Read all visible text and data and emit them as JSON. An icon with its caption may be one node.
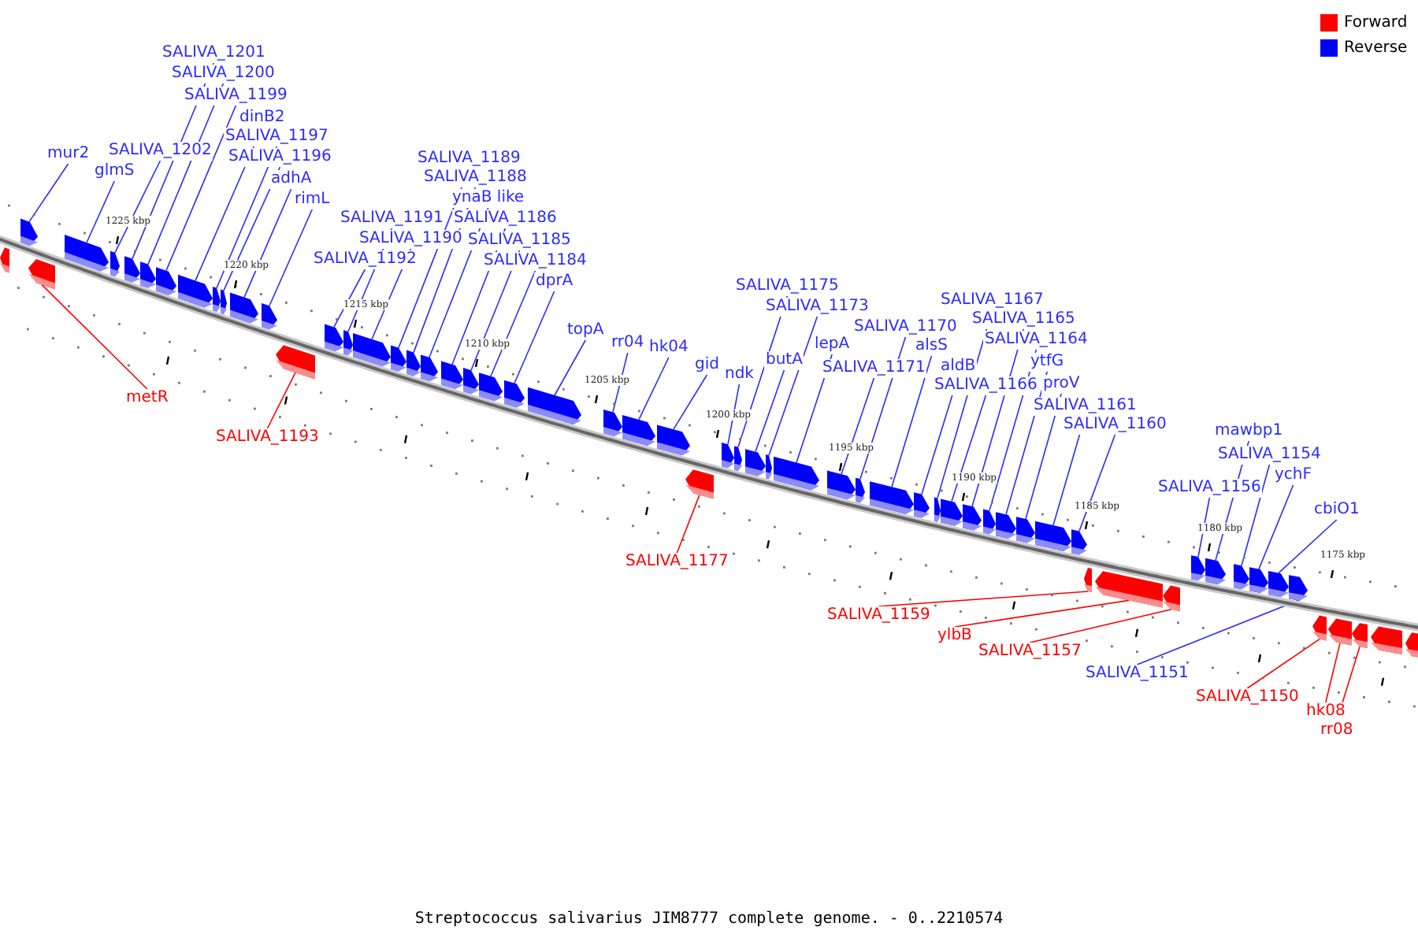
{
  "diagram": {
    "caption": "Streptococcus salivarius JIM8777 complete genome. - 0..2210574",
    "nodes": [
      {
        "text": [
          "SALIVA_1201"
        ]
      },
      {
        "text": [
          "SALIVA_1200"
        ]
      },
      {
        "text": [
          "SALIVA_1199"
        ]
      },
      {
        "text": [
          "dinB2"
        ]
      },
      {
        "text": [
          "SALIVA_1197"
        ]
      },
      {
        "text": [
          "SALIVA_1196"
        ]
      },
      {
        "text": [
          "mur2"
        ]
      },
      {
        "text": [
          "SALIVA_1202"
        ]
      },
      {
        "text": [
          "glmS"
        ]
      },
      {
        "text": [
          "adhA"
        ]
      },
      {
        "text": [
          "rimL"
        ]
      },
      {
        "text": [
          "SALIVA_1189"
        ]
      },
      {
        "text": [
          "SALIVA_1188"
        ]
      },
      {
        "text": [
          "ynaB like"
        ]
      },
      {
        "text": [
          "SALIVA_1191"
        ]
      },
      {
        "text": [
          "SALIVA_1186"
        ]
      },
      {
        "text": [
          "SALIVA_1190"
        ]
      },
      {
        "text": [
          "SALIVA_1185"
        ]
      },
      {
        "text": [
          "SALIVA_1192"
        ]
      },
      {
        "text": [
          "SALIVA_1184"
        ]
      },
      {
        "text": [
          "dprA"
        ]
      },
      {
        "text": [
          "topA"
        ]
      },
      {
        "text": [
          "rr04"
        ]
      },
      {
        "text": [
          "hk04"
        ]
      },
      {
        "text": [
          "gid"
        ]
      },
      {
        "text": [
          "ndk"
        ]
      },
      {
        "text": [
          "SALIVA_1175"
        ]
      },
      {
        "text": [
          "SALIVA_1173"
        ]
      },
      {
        "text": [
          "butA"
        ]
      },
      {
        "text": [
          "lepA"
        ]
      },
      {
        "text": [
          "SALIVA_1171"
        ]
      },
      {
        "text": [
          "SALIVA_1170"
        ]
      },
      {
        "text": [
          "alsS"
        ]
      },
      {
        "text": [
          "aldB"
        ]
      },
      {
        "text": [
          "SALIVA_1166"
        ]
      },
      {
        "text": [
          "SALIVA_1167"
        ]
      },
      {
        "text": [
          "SALIVA_1165"
        ]
      },
      {
        "text": [
          "SALIVA_1164"
        ]
      },
      {
        "text": [
          "ytfG"
        ]
      },
      {
        "text": [
          "proV"
        ]
      },
      {
        "text": [
          "SALIVA_1161"
        ]
      },
      {
        "text": [
          "SALIVA_1160"
        ]
      },
      {
        "text": [
          "mawbp1"
        ]
      },
      {
        "text": [
          "SALIVA_1154"
        ]
      },
      {
        "text": [
          "ychF"
        ]
      },
      {
        "text": [
          "SALIVA_1156"
        ]
      },
      {
        "text": [
          "cbiO1"
        ]
      },
      {
        "text": [
          "metR"
        ]
      },
      {
        "text": [
          "SALIVA_1193"
        ]
      },
      {
        "text": [
          "SALIVA_1177"
        ]
      },
      {
        "text": [
          "SALIVA_1159"
        ]
      },
      {
        "text": [
          "ylbB"
        ]
      },
      {
        "text": [
          "SALIVA_1157"
        ]
      },
      {
        "text": [
          "SALIVA_1151"
        ]
      },
      {
        "text": [
          "SALIVA_1150"
        ]
      },
      {
        "text": [
          "hk08"
        ]
      },
      {
        "text": [
          "rr08"
        ]
      },
      {
        "text": [],
        "shape": "bar"
      },
      {
        "text": [],
        "shape": "bar"
      },
      {
        "text": [],
        "shape": "bar"
      },
      {
        "text": [],
        "shape": "bar"
      },
      {
        "text": [],
        "shape": "bar"
      },
      {
        "text": [],
        "shape": "bar"
      },
      {
        "text": [],
        "shape": "bar"
      },
      {
        "text": [],
        "shape": "bar"
      },
      {
        "text": [],
        "shape": "bar"
      },
      {
        "text": [],
        "shape": "bar"
      },
      {
        "text": [],
        "shape": "bar"
      },
      {
        "text": [],
        "shape": "bar"
      },
      {
        "text": [],
        "shape": "bar"
      },
      {
        "text": [],
        "shape": "bar"
      },
      {
        "text": [],
        "shape": "bar"
      },
      {
        "text": [],
        "shape": "bar"
      },
      {
        "text": [],
        "shape": "bar"
      },
      {
        "text": [],
        "shape": "bar"
      },
      {
        "text": [],
        "shape": "bar"
      },
      {
        "text": [],
        "shape": "bar"
      },
      {
        "text": [],
        "shape": "bar"
      },
      {
        "text": [],
        "shape": "bar"
      },
      {
        "text": [],
        "shape": "bar"
      },
      {
        "text": [],
        "shape": "bar"
      },
      {
        "text": [],
        "shape": "bar"
      },
      {
        "text": [],
        "shape": "bar"
      },
      {
        "text": [],
        "shape": "bar"
      },
      {
        "text": [],
        "shape": "bar"
      },
      {
        "text": [],
        "shape": "bar"
      },
      {
        "text": [],
        "shape": "bar"
      },
      {
        "text": [],
        "shape": "bar"
      },
      {
        "text": [],
        "shape": "bar"
      },
      {
        "text": [],
        "shape": "bar"
      },
      {
        "text": [],
        "shape": "bar"
      },
      {
        "text": [],
        "shape": "bar"
      },
      {
        "text": [],
        "shape": "bar"
      },
      {
        "text": [],
        "shape": "bar"
      },
      {
        "text": [],
        "shape": "bar"
      },
      {
        "text": [],
        "shape": "bar"
      },
      {
        "text": [],
        "shape": "bar"
      },
      {
        "text": [],
        "shape": "bar"
      },
      {
        "text": [],
        "shape": "bar"
      },
      {
        "text": [],
        "shape": "bar"
      },
      {
        "text": [],
        "shape": "bar"
      },
      {
        "text": [],
        "shape": "bar"
      },
      {
        "text": [],
        "shape": "bar"
      },
      {
        "text": [],
        "shape": "bar"
      },
      {
        "text": [],
        "shape": "bar"
      },
      {
        "text": [],
        "shape": "bar"
      },
      {
        "text": [],
        "shape": "bar"
      },
      {
        "text": [],
        "shape": "bar"
      },
      {
        "text": [],
        "shape": "bar"
      },
      {
        "text": [],
        "shape": "bar"
      },
      {
        "text": [],
        "shape": "bar"
      },
      {
        "text": [],
        "shape": "bar"
      },
      {
        "text": [],
        "shape": "bar"
      },
      {
        "text": [],
        "shape": "bar"
      },
      {
        "text": [],
        "shape": "bar"
      },
      {
        "text": [],
        "shape": "bar"
      },
      {
        "text": [],
        "shape": "bar"
      }
    ],
    "edges": [
      {
        "from": 0,
        "to": 62,
        "arrow": "none"
      },
      {
        "from": 1,
        "to": 63,
        "arrow": "none"
      },
      {
        "from": 2,
        "to": 64,
        "arrow": "none"
      },
      {
        "from": 3,
        "to": 65,
        "arrow": "none"
      },
      {
        "from": 4,
        "to": 66,
        "arrow": "none"
      },
      {
        "from": 5,
        "to": 67,
        "arrow": "none"
      },
      {
        "from": 6,
        "to": 58,
        "arrow": "none"
      },
      {
        "from": 7,
        "to": 61,
        "arrow": "none"
      },
      {
        "from": 8,
        "to": 60,
        "arrow": "none"
      },
      {
        "from": 9,
        "to": 68,
        "arrow": "none"
      },
      {
        "from": 10,
        "to": 69,
        "arrow": "none"
      },
      {
        "from": 11,
        "to": 74,
        "arrow": "none"
      },
      {
        "from": 12,
        "to": 75,
        "arrow": "none"
      },
      {
        "from": 13,
        "to": 76,
        "arrow": "none"
      },
      {
        "from": 14,
        "to": 72,
        "arrow": "none"
      },
      {
        "from": 15,
        "to": 77,
        "arrow": "none"
      },
      {
        "from": 16,
        "to": 73,
        "arrow": "none"
      },
      {
        "from": 17,
        "to": 78,
        "arrow": "none"
      },
      {
        "from": 18,
        "to": 71,
        "arrow": "none"
      },
      {
        "from": 19,
        "to": 79,
        "arrow": "none"
      },
      {
        "from": 20,
        "to": 80,
        "arrow": "none"
      },
      {
        "from": 21,
        "to": 81,
        "arrow": "none"
      },
      {
        "from": 22,
        "to": 82,
        "arrow": "none"
      },
      {
        "from": 23,
        "to": 83,
        "arrow": "none"
      },
      {
        "from": 24,
        "to": 84,
        "arrow": "none"
      },
      {
        "from": 25,
        "to": 86,
        "arrow": "none"
      },
      {
        "from": 26,
        "to": 87,
        "arrow": "none"
      },
      {
        "from": 27,
        "to": 89,
        "arrow": "none"
      },
      {
        "from": 28,
        "to": 88,
        "arrow": "none"
      },
      {
        "from": 29,
        "to": 90,
        "arrow": "none"
      },
      {
        "from": 30,
        "to": 91,
        "arrow": "none"
      },
      {
        "from": 31,
        "to": 92,
        "arrow": "none"
      },
      {
        "from": 32,
        "to": 93,
        "arrow": "none"
      },
      {
        "from": 33,
        "to": 94,
        "arrow": "none"
      },
      {
        "from": 34,
        "to": 96,
        "arrow": "none"
      },
      {
        "from": 35,
        "to": 95,
        "arrow": "none"
      },
      {
        "from": 36,
        "to": 97,
        "arrow": "none"
      },
      {
        "from": 37,
        "to": 98,
        "arrow": "none"
      },
      {
        "from": 38,
        "to": 99,
        "arrow": "none"
      },
      {
        "from": 39,
        "to": 100,
        "arrow": "none"
      },
      {
        "from": 40,
        "to": 101,
        "arrow": "none"
      },
      {
        "from": 41,
        "to": 102,
        "arrow": "none"
      },
      {
        "from": 42,
        "to": 107,
        "arrow": "none"
      },
      {
        "from": 43,
        "to": 108,
        "arrow": "none"
      },
      {
        "from": 44,
        "to": 109,
        "arrow": "none"
      },
      {
        "from": 45,
        "to": 106,
        "arrow": "none"
      },
      {
        "from": 46,
        "to": 110,
        "arrow": "none"
      },
      {
        "from": 47,
        "to": 59,
        "arrow": "none",
        "color": "#ff0000"
      },
      {
        "from": 48,
        "to": 70,
        "arrow": "none",
        "color": "#ff0000"
      },
      {
        "from": 49,
        "to": 85,
        "arrow": "none",
        "color": "#ff0000"
      },
      {
        "from": 50,
        "to": 103,
        "arrow": "none",
        "color": "#ff0000"
      },
      {
        "from": 51,
        "to": 104,
        "arrow": "none",
        "color": "#ff0000"
      },
      {
        "from": 52,
        "to": 105,
        "arrow": "none",
        "color": "#ff0000"
      },
      {
        "from": 53,
        "to": 111,
        "arrow": "none"
      },
      {
        "from": 54,
        "to": 112,
        "arrow": "none",
        "color": "#ff0000"
      },
      {
        "from": 55,
        "to": 113,
        "arrow": "none",
        "color": "#ff0000"
      },
      {
        "from": 56,
        "to": 114,
        "arrow": "none",
        "color": "#ff0000"
      }
    ],
    "labels": [
      "1225 kbp",
      "1220 kbp",
      "1215 kbp",
      "1210 kbp",
      "1205 kbp",
      "1200 kbp",
      "1195 kbp",
      "1190 kbp",
      "1185 kbp",
      "1180 kbp",
      "1175 kbp"
    ],
    "legend": [
      {
        "text": "Forward",
        "color": "#ff0000"
      },
      {
        "text": "Reverse",
        "color": "#0000ff"
      }
    ]
  }
}
